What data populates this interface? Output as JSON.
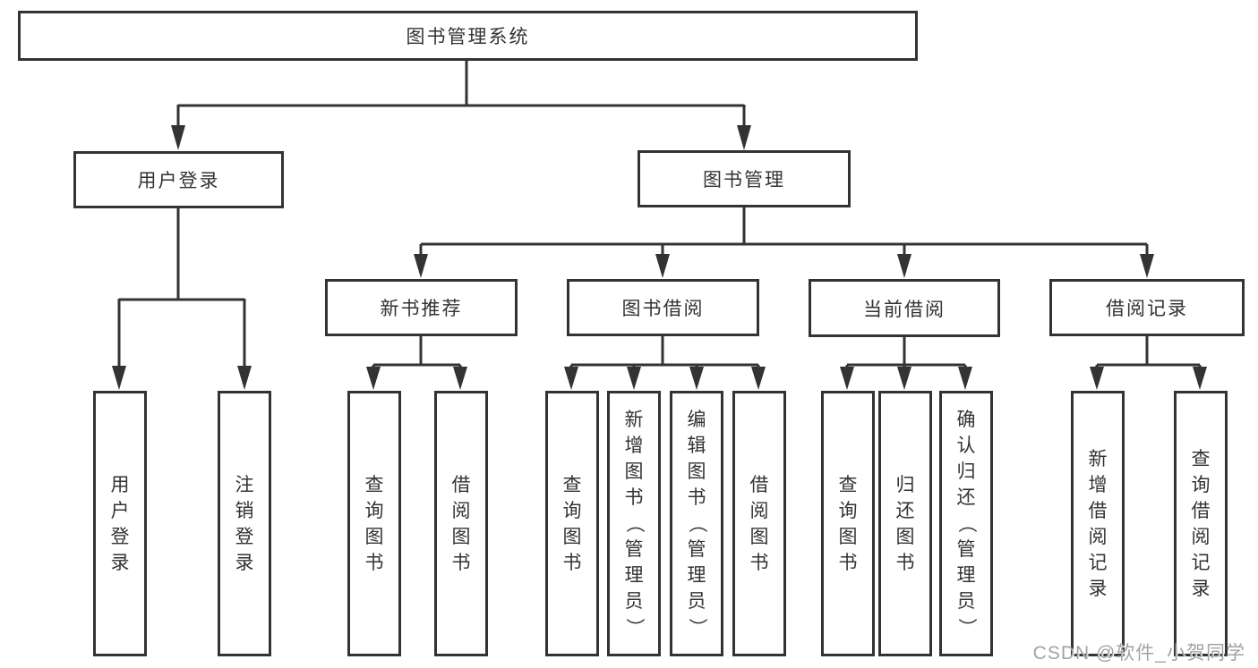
{
  "colors": {
    "line": "#333333",
    "box_border": "#333333",
    "text": "#333333",
    "watermark": "#a3a3a3",
    "background": "#ffffff"
  },
  "watermark": "CSDN @软件_小贺同学",
  "tree": {
    "label": "图书管理系统",
    "children": [
      {
        "label": "用户登录",
        "children": [
          {
            "label": "用户登录"
          },
          {
            "label": "注销登录"
          }
        ]
      },
      {
        "label": "图书管理",
        "children": [
          {
            "label": "新书推荐",
            "children": [
              {
                "label": "查询图书"
              },
              {
                "label": "借阅图书"
              }
            ]
          },
          {
            "label": "图书借阅",
            "children": [
              {
                "label": "查询图书"
              },
              {
                "label": "新增图书（管理员）"
              },
              {
                "label": "编辑图书（管理员）"
              },
              {
                "label": "借阅图书"
              }
            ]
          },
          {
            "label": "当前借阅",
            "children": [
              {
                "label": "查询图书"
              },
              {
                "label": "归还图书"
              },
              {
                "label": "确认归还（管理员）"
              }
            ]
          },
          {
            "label": "借阅记录",
            "children": [
              {
                "label": "新增借阅记录"
              },
              {
                "label": "查询借阅记录"
              }
            ]
          }
        ]
      }
    ]
  }
}
